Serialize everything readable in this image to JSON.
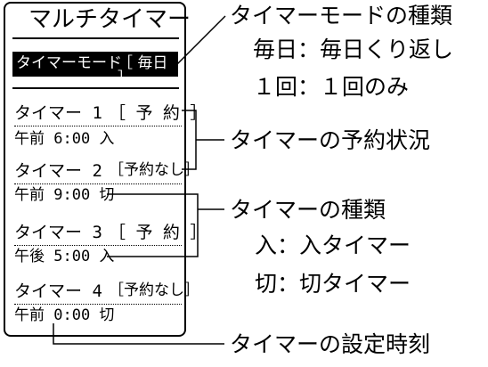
{
  "panel": {
    "title": "マルチタイマー",
    "mode": {
      "label": "タイマーモード",
      "value": "［ 毎日 ］"
    },
    "timers": [
      {
        "name": "タイマー 1",
        "status": "［ 予 約 ］",
        "time": "午前 6:00 入"
      },
      {
        "name": "タイマー 2",
        "status": "［予約なし］",
        "time": "午前 9:00 切"
      },
      {
        "name": "タイマー 3",
        "status": "［ 予 約 ］",
        "time": "午後 5:00 入"
      },
      {
        "name": "タイマー 4",
        "status": "［予約なし］",
        "time": "午前 0:00 切"
      }
    ]
  },
  "annotations": {
    "mode_type": {
      "title": "タイマーモードの種類",
      "lines": [
        "毎日：毎日くり返し",
        "１回：１回のみ"
      ]
    },
    "reservation": {
      "title": "タイマーの予約状況"
    },
    "timer_type": {
      "title": "タイマーの種類",
      "lines": [
        "入：入タイマー",
        "切：切タイマー"
      ]
    },
    "time_setting": {
      "title": "タイマーの設定時刻"
    }
  }
}
